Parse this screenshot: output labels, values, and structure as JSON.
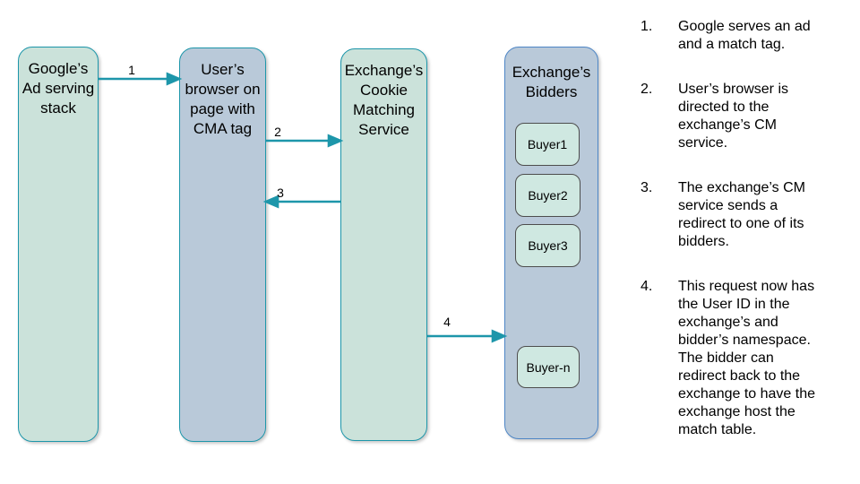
{
  "colors": {
    "node_border_teal": "#1d96aa",
    "node_fill_green": "#cbe2da",
    "node_fill_blue": "#b9c9d9",
    "bidders_border_blue": "#4e86c6",
    "buyer_fill": "#cfe8e1",
    "buyer_border": "#4d4d4d",
    "arrow": "#1d96aa",
    "text": "#000000",
    "background": "#ffffff"
  },
  "diagram": {
    "nodes": {
      "google": {
        "label": "Google’s\nAd serving\nstack"
      },
      "browser": {
        "label": "User’s\nbrowser on\npage with\nCMA tag"
      },
      "cms": {
        "label": "Exchange’s\nCookie\nMatching\nService"
      },
      "bidders": {
        "label": "Exchange’s\nBidders"
      }
    },
    "buyers": [
      {
        "label": "Buyer1"
      },
      {
        "label": "Buyer2"
      },
      {
        "label": "Buyer3"
      },
      {
        "label": "Buyer-n"
      }
    ],
    "arrows": [
      {
        "label": "1",
        "from": "google",
        "to": "browser"
      },
      {
        "label": "2",
        "from": "browser",
        "to": "cms"
      },
      {
        "label": "3",
        "from": "cms",
        "to": "browser"
      },
      {
        "label": "4",
        "from": "cms",
        "to": "bidders"
      }
    ]
  },
  "steps": [
    {
      "num": "1.",
      "text": "Google serves an ad\nand a match tag."
    },
    {
      "num": "2.",
      "text": "User’s browser is\ndirected to the\nexchange’s CM\nservice."
    },
    {
      "num": "3.",
      "text": "The exchange’s CM\nservice sends a\nredirect to one of its\nbidders."
    },
    {
      "num": "4.",
      "text": "This request now has\nthe User ID in the\nexchange’s and\nbidder’s namespace.\nThe bidder can\nredirect back to the\nexchange to have the\nexchange host the\nmatch table."
    }
  ]
}
